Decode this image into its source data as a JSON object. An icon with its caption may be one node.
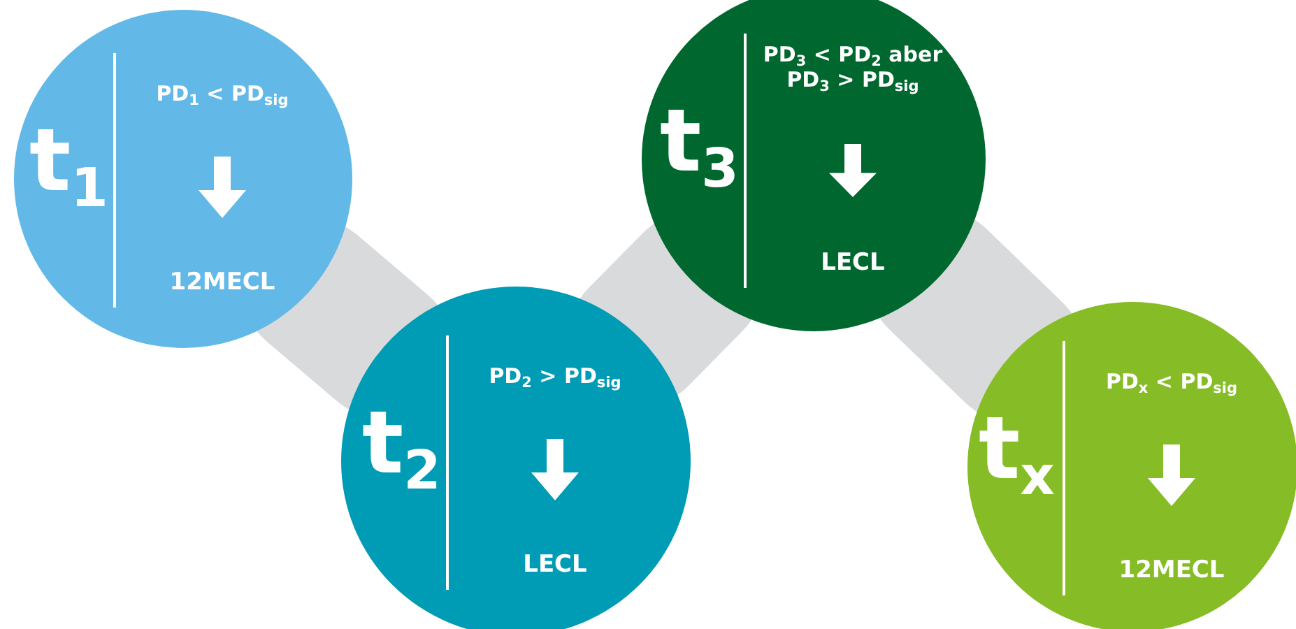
{
  "diagram": {
    "nodes": [
      {
        "text": [
          "t$_{1}$",
          "PD$_{1}$ < PD$_{sig}$",
          "12MECL"
        ]
      },
      {
        "text": [
          "t$_{2}$",
          "PD$_{2}$ > PD$_{sig}$",
          "LECL"
        ]
      },
      {
        "text": [
          "t$_{3}$",
          "PD$_{3}$ < PD$_{2}$ aber PD$_{3}$ > PD$_{sig}$",
          "LECL"
        ]
      },
      {
        "text": [
          "t$_{x}$",
          "PD$_{x}$ < PD$_{sig}$",
          "12MECL"
        ]
      }
    ],
    "edges": [
      {
        "from": 0,
        "to": 1,
        "arrow": "none"
      },
      {
        "from": 1,
        "to": 2,
        "arrow": "none"
      },
      {
        "from": 2,
        "to": 3,
        "arrow": "none"
      }
    ]
  }
}
